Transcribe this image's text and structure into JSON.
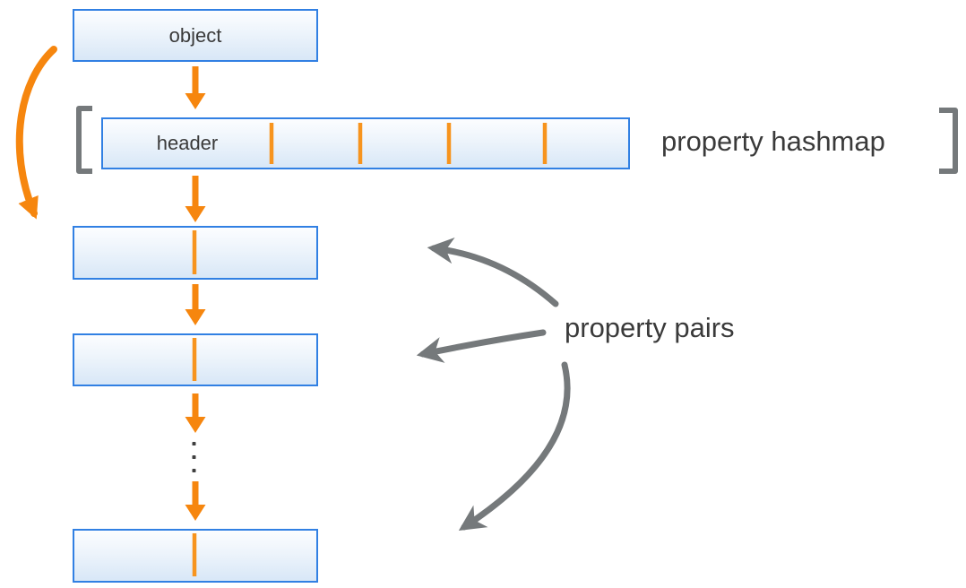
{
  "diagram": {
    "object_box": {
      "label": "object"
    },
    "hashmap": {
      "header_label": "header",
      "label": "property hashmap",
      "slot_tick_count": 4
    },
    "pairs": {
      "label": "property pairs",
      "visible_box_count": 3,
      "continuation_dot_count": 3
    }
  },
  "colors": {
    "orange": "#F6860E",
    "tick_orange": "#F7941E",
    "box_border_blue": "#3180E3",
    "box_fill_top": "#FCFDFF",
    "box_fill_bottom": "#D8E7F7",
    "gray": "#75797B",
    "text_dark": "#3A3A3A",
    "dot_color": "#3F3F3F",
    "background": "#FFFFFF"
  },
  "icons": {
    "down_arrow": "down-arrow-icon",
    "curved_arrow": "curved-arrow-icon",
    "left_bracket": "left-bracket-icon",
    "right_bracket": "right-bracket-icon"
  }
}
